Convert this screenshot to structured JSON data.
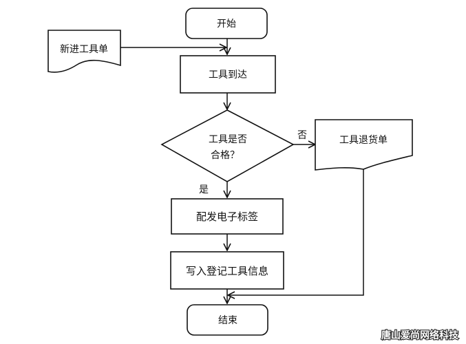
{
  "nodes": {
    "start": "开始",
    "new_tool_order": "新进工具单",
    "tool_arrival": "工具到达",
    "qualified_line1": "工具是否",
    "qualified_line2": "合格？",
    "return_order": "工具退货单",
    "issue_tag": "配发电子标签",
    "register_info": "写入登记工具信息",
    "end": "结束"
  },
  "edges": {
    "yes": "是",
    "no": "否"
  },
  "watermark": "唐山爱尚网络科技"
}
